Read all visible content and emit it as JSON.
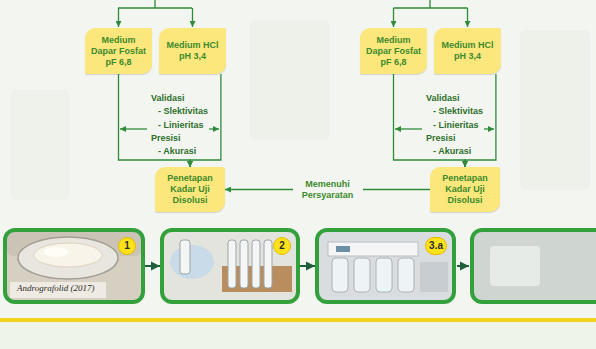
{
  "diagram": {
    "nodes": [
      {
        "text": [
          "Medium Dapar Fosfat pF 6,8"
        ]
      },
      {
        "text": [
          "Medium HCl pH 3,4"
        ]
      },
      {
        "text": [
          "Penetapan Kadar Uji Disolusi"
        ]
      },
      {
        "text": [
          "Medium Dapar Fosfat pF 6,8"
        ]
      },
      {
        "text": [
          "Medium HCl pH 3,4"
        ]
      },
      {
        "text": [
          "Penetapan Kadar Uji Disolusi"
        ]
      },
      {
        "text": [
          "1",
          "Andrografolid (2017)"
        ]
      },
      {
        "text": [
          "2"
        ]
      },
      {
        "text": [
          "3.a"
        ]
      }
    ],
    "edges": [
      {
        "from": 0,
        "to": 2,
        "arrow": "to"
      },
      {
        "from": 1,
        "to": 2,
        "arrow": "to"
      },
      {
        "from": 3,
        "to": 5,
        "arrow": "to"
      },
      {
        "from": 4,
        "to": 5,
        "arrow": "to"
      },
      {
        "from": 5,
        "to": 2,
        "label": "Memenuhi Persyaratan",
        "arrow": "to"
      },
      {
        "from": 6,
        "to": 7,
        "arrow": "to"
      },
      {
        "from": 7,
        "to": 8,
        "arrow": "to"
      }
    ],
    "labels": [
      "Validasi",
      "- Slektivitas",
      "- Linieritas",
      "Presisi",
      "- Akurasi",
      "Validasi",
      "- Slektivitas",
      "- Linieritas",
      "Presisi",
      "- Akurasi"
    ]
  }
}
